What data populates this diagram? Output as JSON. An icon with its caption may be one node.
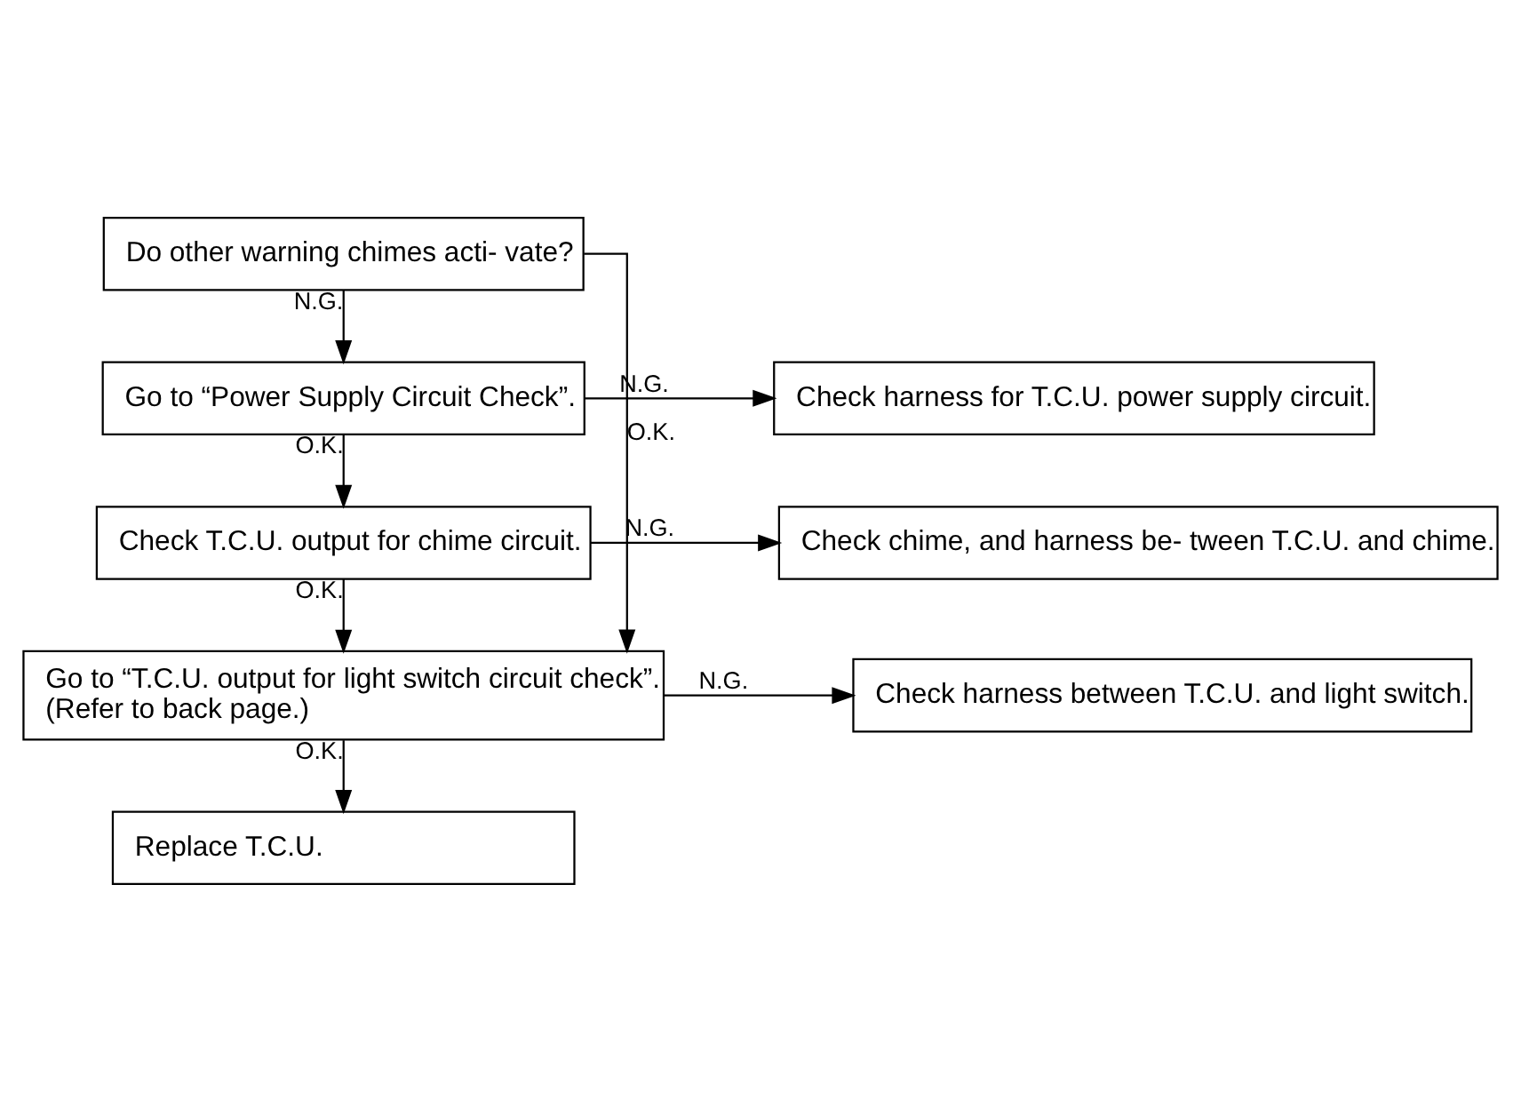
{
  "diagram": {
    "nodes": [
      {
        "text": [
          "Do other warning chimes acti- vate?"
        ]
      },
      {
        "text": [
          "Go to “Power Supply Circuit Check”."
        ]
      },
      {
        "text": [
          "Check harness for T.C.U. power supply circuit."
        ]
      },
      {
        "text": [
          "Check T.C.U. output for chime circuit."
        ]
      },
      {
        "text": [
          "Check chime, and harness be- tween T.C.U. and chime."
        ]
      },
      {
        "text": [
          "Go to “T.C.U. output for light switch circuit check”.",
          "(Refer to back page.)"
        ]
      },
      {
        "text": [
          "Check harness between T.C.U. and light switch."
        ]
      },
      {
        "text": [
          "Replace T.C.U."
        ]
      }
    ],
    "edges": [
      {
        "from": 0,
        "to": 1,
        "arrow": "to",
        "label": "N.G."
      },
      {
        "from": 0,
        "to": 5,
        "arrow": "to",
        "label": "O.K."
      },
      {
        "from": 1,
        "to": 2,
        "arrow": "to",
        "label": "N.G."
      },
      {
        "from": 1,
        "to": 3,
        "arrow": "to",
        "label": "O.K."
      },
      {
        "from": 3,
        "to": 4,
        "arrow": "to",
        "label": "N.G."
      },
      {
        "from": 3,
        "to": 5,
        "arrow": "to",
        "label": "O.K."
      },
      {
        "from": 5,
        "to": 6,
        "arrow": "to",
        "label": "N.G."
      },
      {
        "from": 5,
        "to": 7,
        "arrow": "to",
        "label": "O.K."
      }
    ]
  }
}
